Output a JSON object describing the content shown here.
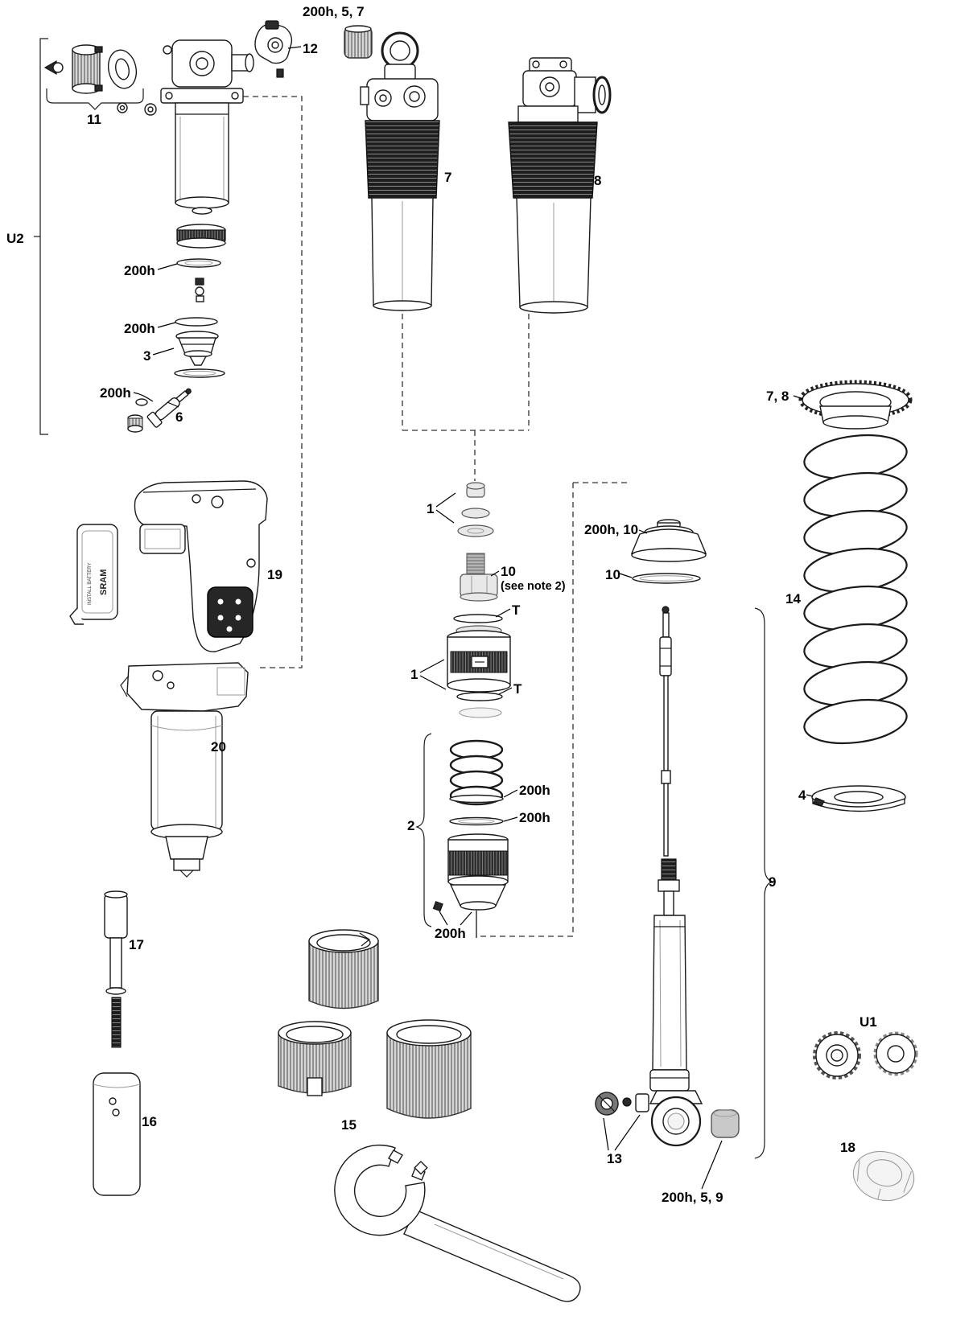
{
  "diagram": {
    "callouts": {
      "top_bushing": "200h, 5, 7",
      "lever": "12",
      "cluster": "11",
      "u2": "U2",
      "shock7": "7",
      "shock8": "8",
      "seal_a": "200h",
      "seal_b": "200h",
      "piston3": "3",
      "seal_c": "200h",
      "valve6": "6",
      "module19": "19",
      "module20": "20",
      "stack1_top": "1",
      "part10_center": "10",
      "part10_note": "(see note 2)",
      "shim_t_upper": "T",
      "piston1": "1",
      "shim_t_lower": "T",
      "group2": "2",
      "seal_d": "200h",
      "seal_e": "200h",
      "seal_f": "200h",
      "aircan_cap": "200h, 10",
      "seal10": "10",
      "shaft9": "9",
      "nut13": "13",
      "lower_bushing": "200h, 5, 9",
      "spring14": "14",
      "collar78": "7, 8",
      "retainer4": "4",
      "u1": "U1",
      "bushing18": "18",
      "tool17": "17",
      "cylinder16": "16",
      "tools15": "15"
    },
    "battery": {
      "label": "INSTALL BATTERY",
      "brand": "SRAM"
    }
  }
}
